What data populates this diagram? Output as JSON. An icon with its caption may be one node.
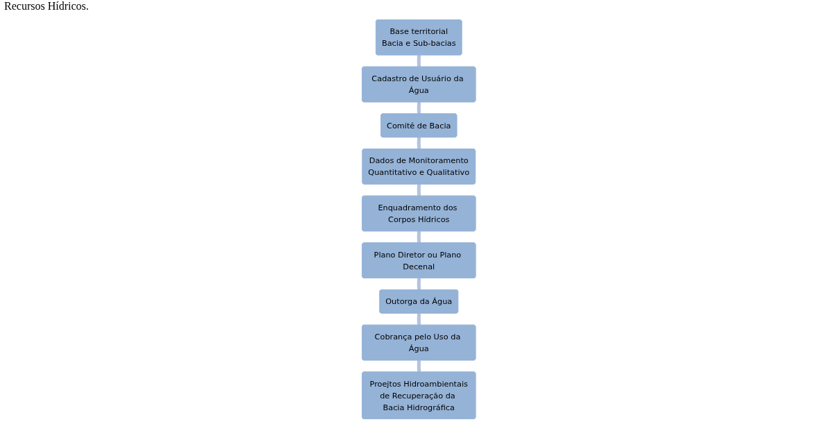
{
  "diagram": {
    "nodes": [
      {
        "text": [
          "Base territorial",
          "Bacia e Sub-bacias"
        ]
      },
      {
        "text": [
          "Cadastro de Usuário da Água"
        ]
      },
      {
        "text": [
          "Comitê de Bacia"
        ]
      },
      {
        "text": [
          "Dados de Monitoramento",
          "Quantitativo e Qualitativo"
        ]
      },
      {
        "text": [
          "Enquadramento dos Corpos Hídricos"
        ]
      },
      {
        "text": [
          "Plano Diretor ou Plano Decenal"
        ]
      },
      {
        "text": [
          "Outorga da Água"
        ]
      },
      {
        "text": [
          "Cobrança pelo Uso da Água"
        ]
      },
      {
        "text": [
          "Proejtos Hidroambientais",
          "de Recuperação da Bacia Hidrográfica"
        ]
      }
    ],
    "edges": [
      {
        "from": 0,
        "to": 1,
        "arrow": "none"
      },
      {
        "from": 1,
        "to": 2,
        "arrow": "none"
      },
      {
        "from": 2,
        "to": 3,
        "arrow": "none"
      },
      {
        "from": 3,
        "to": 4,
        "arrow": "none"
      },
      {
        "from": 4,
        "to": 5,
        "arrow": "none"
      },
      {
        "from": 5,
        "to": 6,
        "arrow": "none"
      },
      {
        "from": 6,
        "to": 7,
        "arrow": "none"
      },
      {
        "from": 7,
        "to": 8,
        "arrow": "none"
      }
    ],
    "labels": [
      "Recursos Hídricos."
    ]
  }
}
